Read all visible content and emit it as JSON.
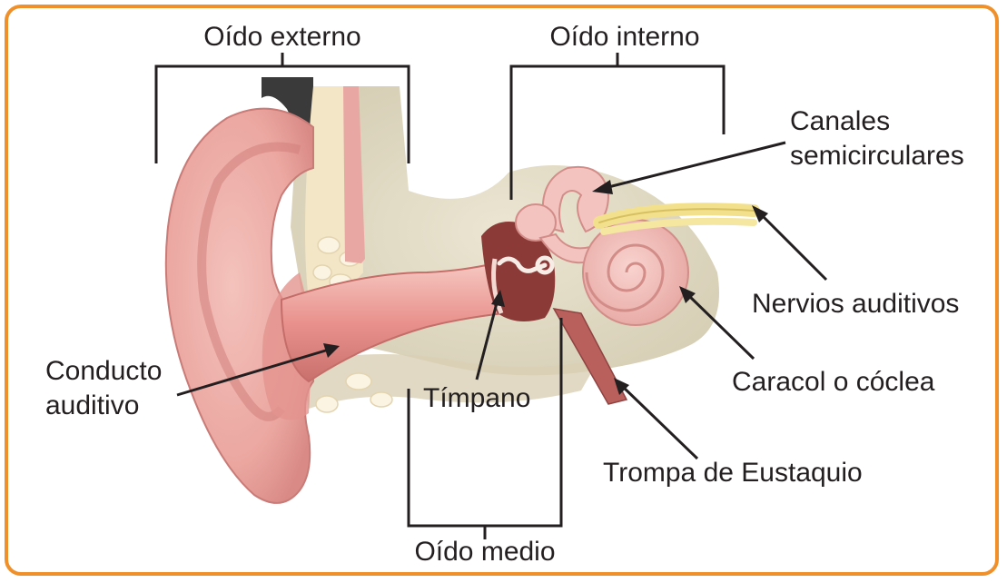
{
  "labels": {
    "outer_ear": "Oído externo",
    "inner_ear": "Oído interno",
    "middle_ear": "Oído medio",
    "semicircular_line1": "Canales",
    "semicircular_line2": "semicirculares",
    "auditory_nerves": "Nervios auditivos",
    "cochlea": "Caracol o cóclea",
    "eustachian_tube": "Trompa de Eustaquio",
    "canal_line1": "Conducto",
    "canal_line2": "auditivo",
    "eardrum": "Tímpano"
  },
  "colors": {
    "frame": "#f0902a",
    "skin": "#f2b3ad",
    "skin_dark": "#d98a86",
    "bone": "#ddd6bf",
    "cartilage": "#f5ead0",
    "middle_cavity": "#8c3a38",
    "nerve": "#f2e08c",
    "hair": "#3a3a3a",
    "leader": "#231f20"
  }
}
